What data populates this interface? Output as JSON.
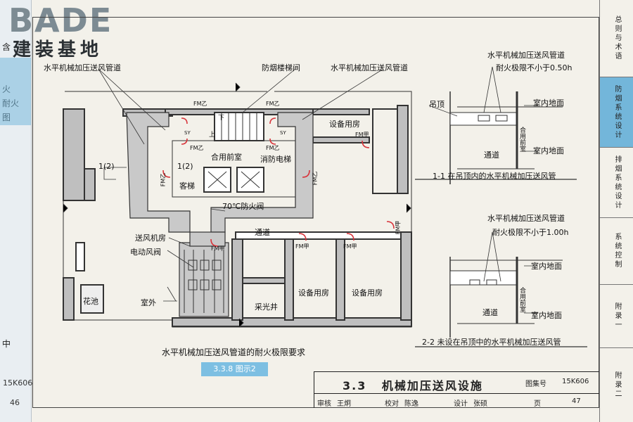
{
  "logo": {
    "latin": "BADE",
    "cjk": "建装基地"
  },
  "left_page": {
    "fragments": [
      "含",
      "火",
      "耐火",
      "图"
    ],
    "code": "15K606",
    "page": "46",
    "bottom_fragment": "中"
  },
  "plan": {
    "callouts": {
      "duct_left": "水平机械加压送风管道",
      "duct_right": "水平机械加压送风管道",
      "stair": "防烟楼梯间",
      "anteroom": "合用前室",
      "fire_elevator": "消防电梯",
      "passenger_elevator": "客梯",
      "fire_damper": "70℃防火阀",
      "fan_room": "送风机房",
      "motor_damper": "电动风阀",
      "outdoor": "室外",
      "flower_bed": "花池",
      "corridor": "通道",
      "equip_room_top": "设备用房",
      "equip_room_1": "设备用房",
      "equip_room_2": "设备用房",
      "lightwell": "采光井",
      "section_1": "1(2)",
      "section_2": "1(2)",
      "up": "上",
      "down": "下",
      "fm_b1": "FM乙",
      "fm_b2": "FM乙",
      "fm_b3": "FM乙",
      "fm_b4": "FM乙",
      "fm_b5": "FM乙",
      "fm_b6": "FM乙",
      "fm_a1": "FM甲",
      "fm_a2": "FM甲",
      "fm_a3": "FM甲",
      "fm_a4": "FM甲",
      "fm_a5": "FM甲",
      "sy1": "SY",
      "sy2": "SY"
    },
    "caption": "水平机械加压送风管道的耐火极限要求",
    "fig_tag": "3.3.8 图示2"
  },
  "section1": {
    "duct_label": "水平机械加压送风管道",
    "fire_rating": "耐火极限不小于0.50h",
    "ceiling": "吊顶",
    "floor_top": "室内地面",
    "floor_bottom": "室内地面",
    "corridor": "通道",
    "anteroom": "合用前室",
    "title": "1-1 在吊顶内的水平机械加压送风管"
  },
  "section2": {
    "duct_label": "水平机械加压送风管道",
    "fire_rating": "耐火极限不小于1.00h",
    "floor_top": "室内地面",
    "floor_bottom": "室内地面",
    "corridor": "通道",
    "anteroom": "合用前室",
    "title": "2-2 未设在吊顶中的水平机械加压送风管"
  },
  "title_block": {
    "section": "3.3",
    "title": "机械加压送风设施",
    "atlas_label": "图集号",
    "atlas_no": "15K606",
    "review_label": "审核",
    "reviewer": "王炯",
    "check_label": "校对",
    "checker": "陈逸",
    "design_label": "设计",
    "designer": "张硕",
    "page_label": "页",
    "page_no": "47"
  },
  "page_number": "47",
  "tabs": [
    {
      "label": "总则与术语",
      "active": false
    },
    {
      "label": "防烟系统设计",
      "active": true
    },
    {
      "label": "排烟系统设计",
      "active": false
    },
    {
      "label": "系统控制",
      "active": false
    },
    {
      "label": "附录一",
      "active": false
    },
    {
      "label": "附录二",
      "active": false
    }
  ],
  "colors": {
    "accent_blue": "#73b6da",
    "door_red": "#d8333a",
    "duct_gray": "#c9c9c9"
  }
}
